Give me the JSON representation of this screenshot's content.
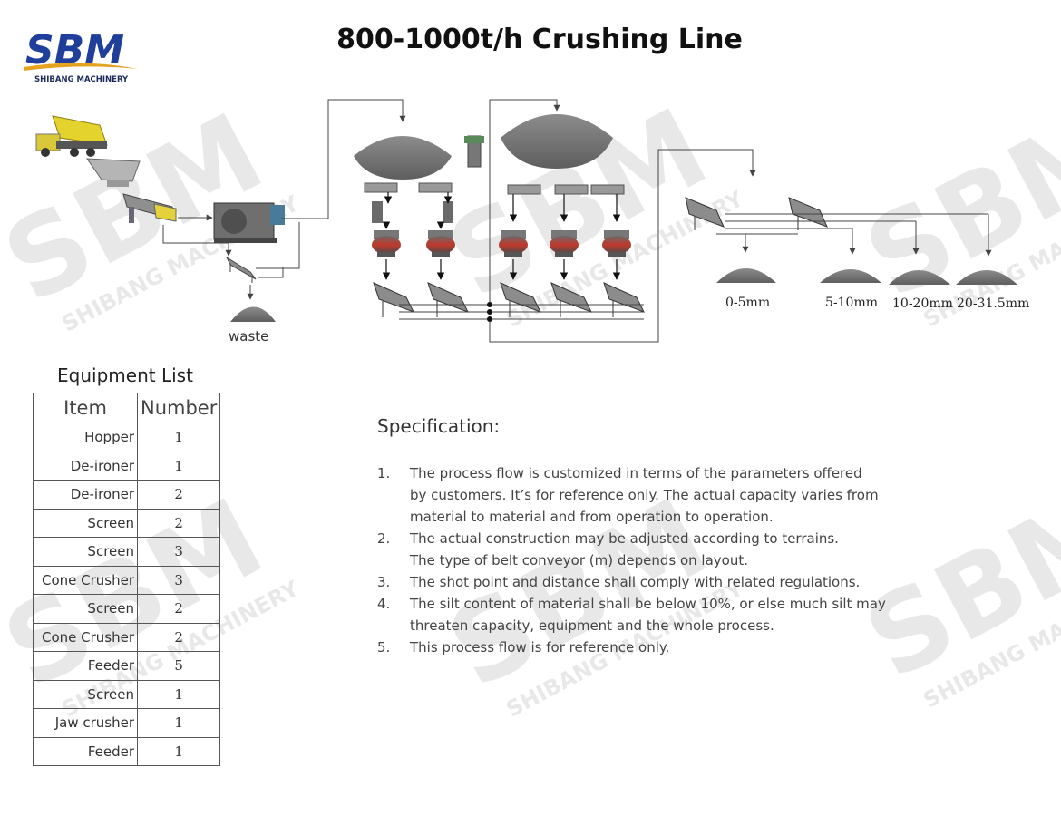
{
  "logo": {
    "mark": "SBM",
    "subtitle": "SHIBANG MACHINERY"
  },
  "title": "800-1000t/h Crushing Line",
  "watermark": {
    "mark": "SBM",
    "text": "SHIBANG MACHINERY"
  },
  "diagram": {
    "waste_label": "waste",
    "product_labels": [
      "0-5mm",
      "5-10mm",
      "10-20mm",
      "20-31.5mm"
    ]
  },
  "equipment": {
    "caption": "Equipment List",
    "headers": [
      "Item",
      "Number"
    ],
    "rows": [
      {
        "item": "Hopper",
        "number": "1"
      },
      {
        "item": "De-ironer",
        "number": "1"
      },
      {
        "item": "De-ironer",
        "number": "2"
      },
      {
        "item": "Screen",
        "number": "2"
      },
      {
        "item": "Screen",
        "number": "3"
      },
      {
        "item": "Cone Crusher",
        "number": "3"
      },
      {
        "item": "Screen",
        "number": "2"
      },
      {
        "item": "Cone Crusher",
        "number": "2"
      },
      {
        "item": "Feeder",
        "number": "5"
      },
      {
        "item": "Screen",
        "number": "1"
      },
      {
        "item": "Jaw crusher",
        "number": "1"
      },
      {
        "item": "Feeder",
        "number": "1"
      }
    ]
  },
  "spec": {
    "title": "Specification:",
    "items": [
      {
        "n": "1.",
        "lines": [
          "The process flow is customized in terms of the parameters offered",
          "by customers. It’s for reference only. The actual capacity varies from",
          "material to material and from operation to operation."
        ]
      },
      {
        "n": "2.",
        "lines": [
          "The actual construction may be adjusted according to terrains.",
          "The type of belt conveyor (m) depends on layout."
        ]
      },
      {
        "n": "3.",
        "lines": [
          "The shot point and distance shall comply with related regulations."
        ]
      },
      {
        "n": "4.",
        "lines": [
          "The silt content of material shall be below 10%, or else much silt may",
          "threaten capacity, equipment and the whole process."
        ]
      },
      {
        "n": "5.",
        "lines": [
          "This process flow is for reference only."
        ]
      }
    ]
  }
}
